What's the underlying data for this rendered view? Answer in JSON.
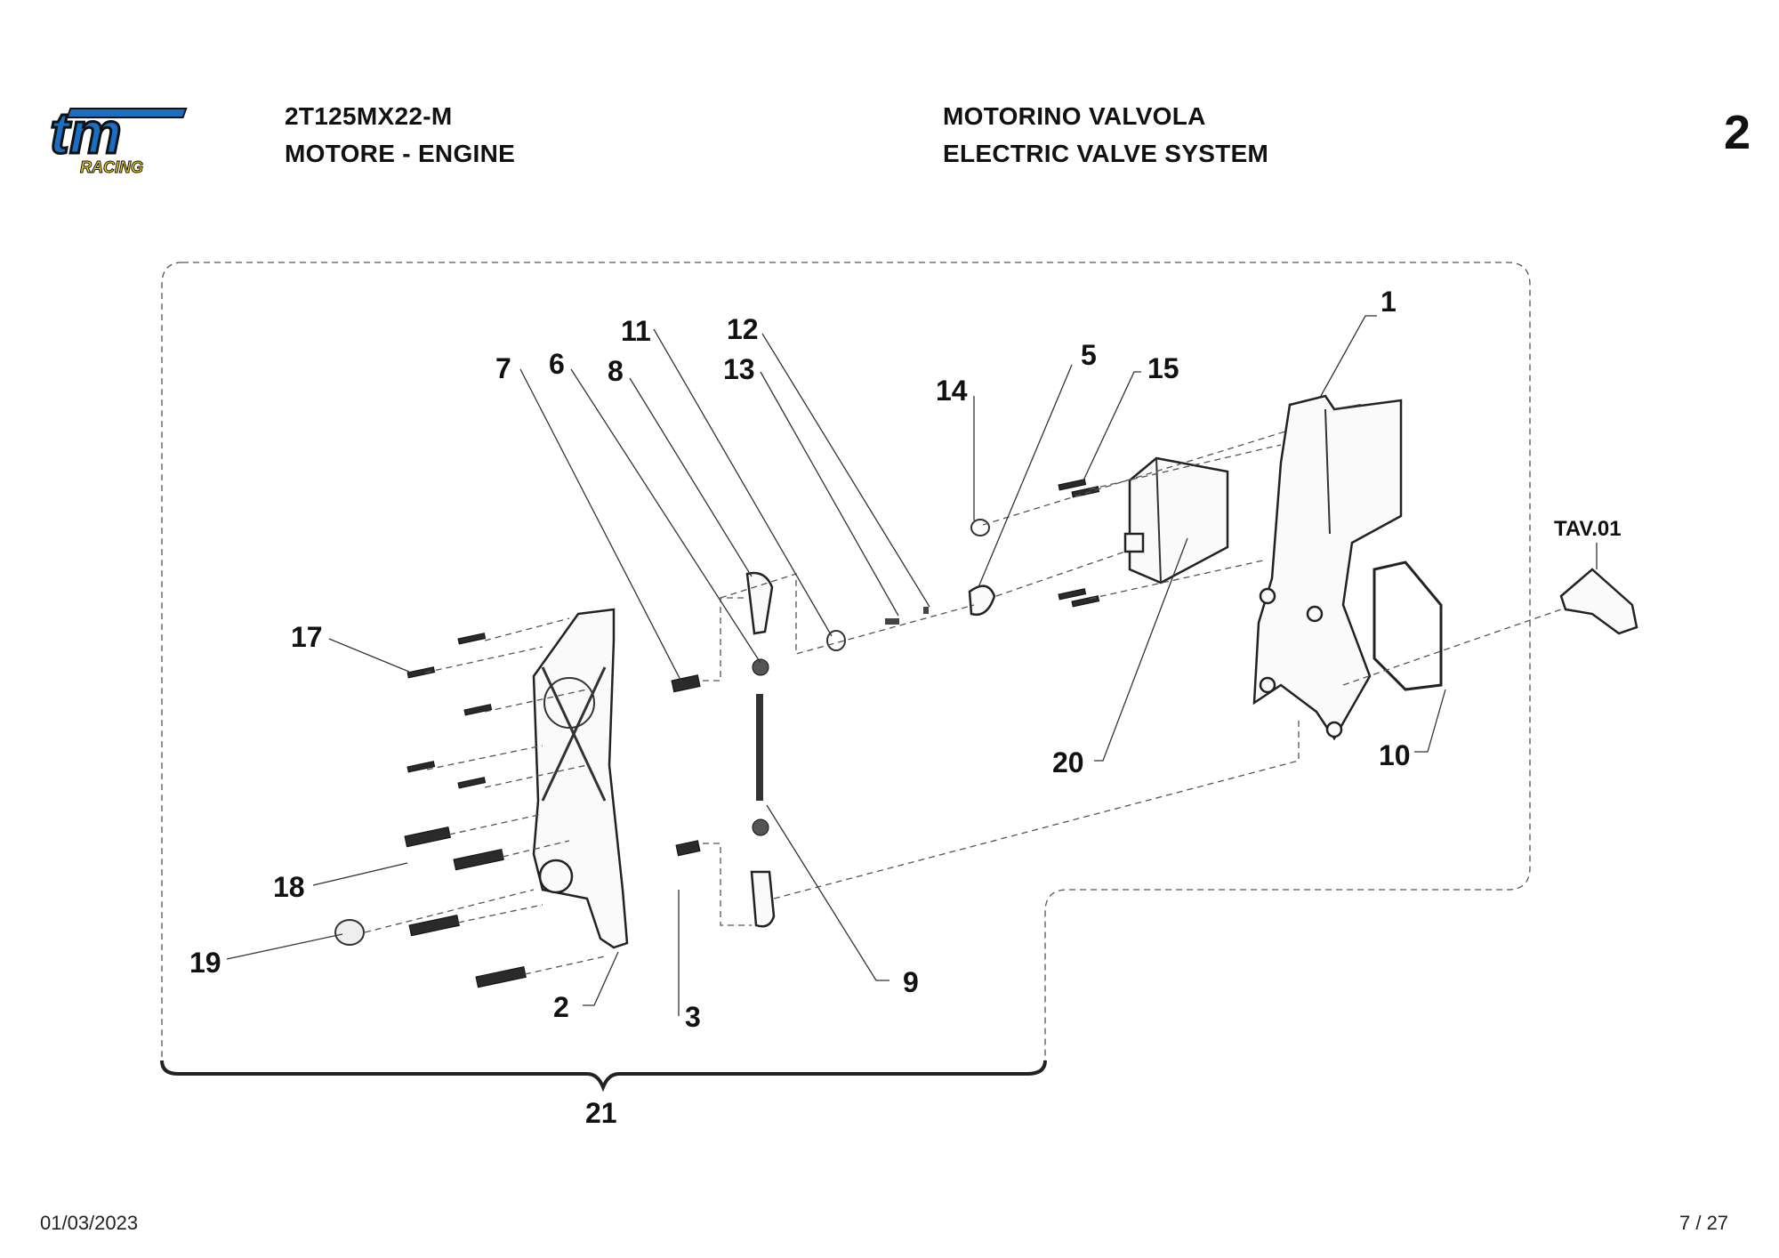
{
  "header": {
    "model": "2T125MX22-M",
    "section": "MOTORE - ENGINE",
    "group_it": "MOTORINO VALVOLA",
    "group_en": "ELECTRIC VALVE SYSTEM",
    "page_group_number": "2"
  },
  "logo": {
    "brand": "tm",
    "sub": "RACING",
    "colors": {
      "blue": "#1a6fc2",
      "yellow": "#f2d21b",
      "outline": "#111111"
    }
  },
  "diagram": {
    "callouts": [
      "1",
      "2",
      "3",
      "5",
      "6",
      "7",
      "8",
      "9",
      "10",
      "11",
      "12",
      "13",
      "14",
      "15",
      "17",
      "18",
      "19",
      "20",
      "21"
    ],
    "reference": "TAV.01"
  },
  "footer": {
    "date": "01/03/2023",
    "page": "7 / 27"
  }
}
